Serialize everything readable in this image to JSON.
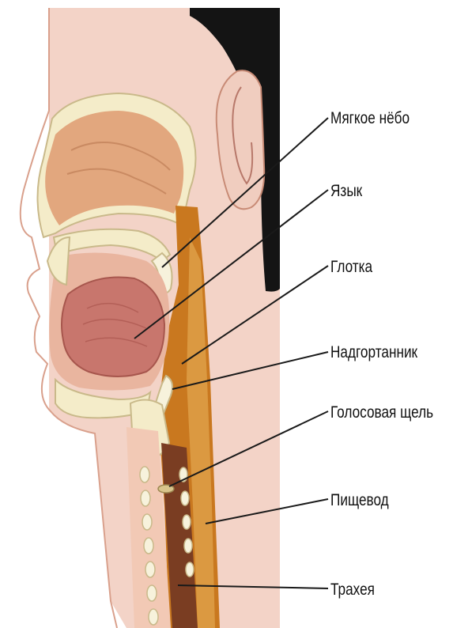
{
  "labels": {
    "soft_palate": "Мягкое нёбо",
    "tongue": "Язык",
    "pharynx": "Глотка",
    "epiglottis": "Надгортанник",
    "glottis": "Голосовая щель",
    "esophagus": "Пищевод",
    "trachea": "Трахея"
  },
  "colors": {
    "skin": "#f3d3c7",
    "skin_edge": "#d9a08c",
    "hair": "#141414",
    "bone": "#f4ecc9",
    "nasal_cavity": "#e2a77e",
    "tongue": "#c8766d",
    "pharynx": "#c9781f",
    "esophagus": "#7a3d22",
    "trachea_tissue": "#f2c9b5",
    "leader_line": "#1a1a1a"
  }
}
